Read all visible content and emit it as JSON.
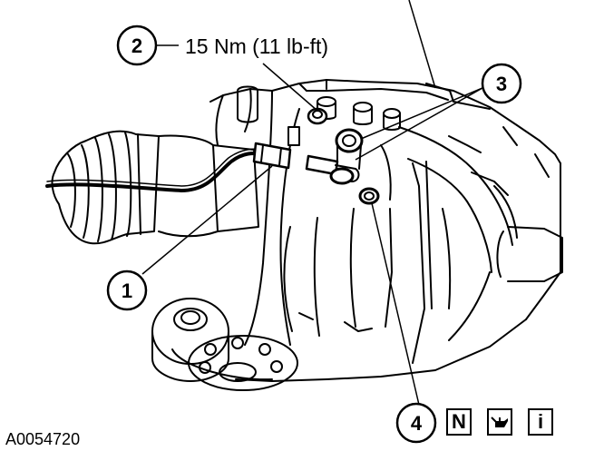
{
  "figure": {
    "id_label": "A0054720"
  },
  "callouts": [
    {
      "number": "1"
    },
    {
      "number": "2"
    },
    {
      "number": "3"
    },
    {
      "number": "4"
    }
  ],
  "torque_spec": "15 Nm (11 lb-ft)",
  "legend_icons": [
    {
      "label": "N",
      "icon": "new-part-icon"
    },
    {
      "label": "",
      "icon": "oil-can-icon"
    },
    {
      "label": "i",
      "icon": "information-icon"
    }
  ],
  "colors": {
    "line": "#000000",
    "background": "#ffffff"
  }
}
